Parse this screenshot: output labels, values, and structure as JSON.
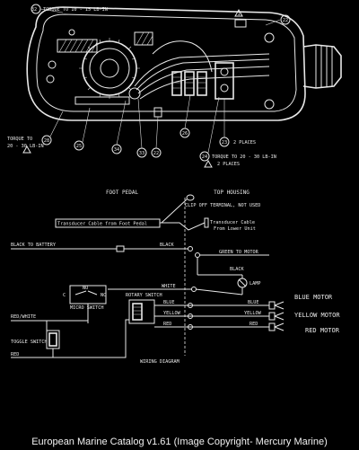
{
  "housing": {
    "torque_top": "TORQUE TO 10 - 15 LB-IN",
    "torque_left_1": "TORQUE TO",
    "torque_left_2": "20 - 30 LB-IN",
    "torque_right_1": "TORQUE TO 20 - 30 LB-IN",
    "torque_right_2": "2 PLACES",
    "places_mid": "2 PLACES",
    "callouts": {
      "c32": "32",
      "c22a": "22",
      "c22b": "22",
      "c28": "28",
      "c33": "33",
      "c34": "34",
      "c23": "23",
      "c24": "24",
      "c26": "26",
      "c1": "1",
      "c25": "25"
    }
  },
  "wiring": {
    "foot_pedal": "FOOT PEDAL",
    "top_housing": "TOP HOUSING",
    "clip_off": "CLIP OFF TERMINAL, NOT USED",
    "transducer_foot": "Transducer Cable from Foot Pedal",
    "transducer_lower_1": "Transducer Cable",
    "transducer_lower_2": "From Lower Unit",
    "black_to_battery": "BLACK TO BATTERY",
    "black_1": "BLACK",
    "green_to_motor": "GREEN TO MOTOR",
    "black_2": "BLACK",
    "lamp": "LAMP",
    "white": "WHITE",
    "no": "NO",
    "c": "C",
    "nc": "NC",
    "micro_switch": "MICRO SWITCH",
    "rotary_switch": "ROTARY SWITCH",
    "blue": "BLUE",
    "yellow": "YELLOW",
    "red": "RED",
    "blue_motor": "BLUE MOTOR",
    "yellow_motor": "YELLOW MOTOR",
    "red_motor": "RED MOTOR",
    "red_white": "RED/WHITE",
    "toggle_switch": "TOGGLE SWITCH",
    "red_2": "RED",
    "wiring_diagram": "WIRING DIAGRAM"
  },
  "caption": "European Marine Catalog v1.61 (Image Copyright- Mercury Marine)"
}
